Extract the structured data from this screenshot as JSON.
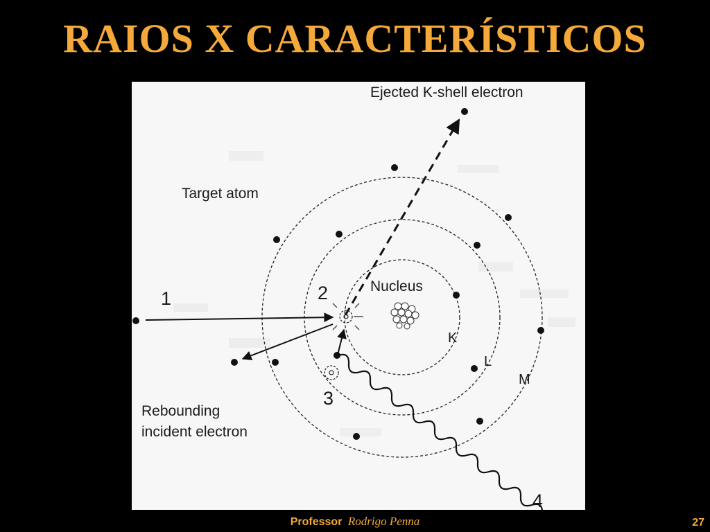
{
  "title": "RAIOS X CARACTERÍSTICOS",
  "diagram": {
    "label_ejected": "Ejected K-shell electron",
    "label_target_atom": "Target atom",
    "label_nucleus": "Nucleus",
    "label_rebounding_line1": "Rebounding",
    "label_rebounding_line2": "incident electron",
    "step_1": "1",
    "step_2": "2",
    "step_3": "3",
    "step_4": "4",
    "shell_k": "K",
    "shell_l": "L",
    "shell_m": "M"
  },
  "footer": {
    "professor_label": "Professor",
    "author": "Rodrigo Penna",
    "page_number": "27"
  },
  "colors": {
    "background": "#000000",
    "accent": "#f4a93a"
  }
}
